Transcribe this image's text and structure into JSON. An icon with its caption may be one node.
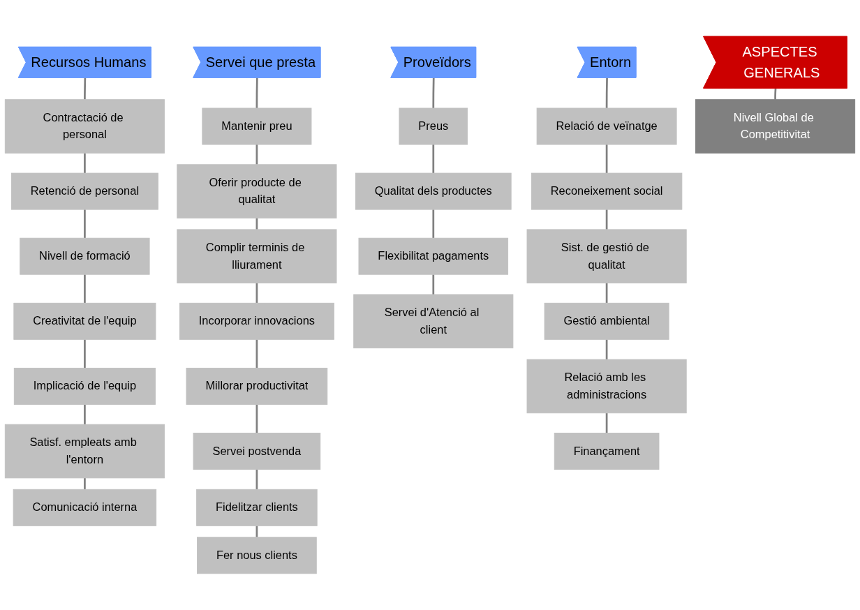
{
  "diagram": {
    "nodes": [
      {
        "text": [
          "Recursos Humans"
        ]
      },
      {
        "text": [
          "Contractació de personal"
        ]
      },
      {
        "text": [
          "Retenció de personal"
        ]
      },
      {
        "text": [
          "Nivell de formació"
        ]
      },
      {
        "text": [
          "Creativitat de l'equip"
        ]
      },
      {
        "text": [
          "Implicació de l'equip"
        ]
      },
      {
        "text": [
          "Satisf. empleats amb l'entorn"
        ]
      },
      {
        "text": [
          "Comunicació interna"
        ]
      },
      {
        "text": [
          "Servei que presta"
        ]
      },
      {
        "text": [
          "Mantenir preu"
        ]
      },
      {
        "text": [
          "Oferir producte de qualitat"
        ]
      },
      {
        "text": [
          "Complir terminis de lliurament"
        ]
      },
      {
        "text": [
          "Incorporar innovacions"
        ]
      },
      {
        "text": [
          "Millorar productivitat"
        ]
      },
      {
        "text": [
          "Servei postvenda"
        ]
      },
      {
        "text": [
          "Fidelitzar clients"
        ]
      },
      {
        "text": [
          "Fer nous clients"
        ]
      },
      {
        "text": [
          "Proveïdors"
        ]
      },
      {
        "text": [
          "Preus"
        ]
      },
      {
        "text": [
          "Qualitat dels productes"
        ]
      },
      {
        "text": [
          "Flexibilitat pagaments"
        ]
      },
      {
        "text": [
          "Servei d'Atenció al client"
        ]
      },
      {
        "text": [
          "Entorn"
        ]
      },
      {
        "text": [
          "Relació de veïnatge"
        ]
      },
      {
        "text": [
          "Reconeixement social"
        ]
      },
      {
        "text": [
          "Sist. de gestió de qualitat"
        ]
      },
      {
        "text": [
          "Gestió ambiental"
        ]
      },
      {
        "text": [
          "Relació amb les administracions"
        ]
      },
      {
        "text": [
          "Finançament"
        ]
      },
      {
        "text": [
          "ASPECTES GENERALS"
        ]
      },
      {
        "text": [
          "Nivell Global de Competitivitat"
        ]
      }
    ],
    "edges": [
      {
        "from": 0,
        "to": 1,
        "arrow": "none"
      },
      {
        "from": 1,
        "to": 2,
        "arrow": "none"
      },
      {
        "from": 2,
        "to": 3,
        "arrow": "none"
      },
      {
        "from": 3,
        "to": 4,
        "arrow": "none"
      },
      {
        "from": 4,
        "to": 5,
        "arrow": "none"
      },
      {
        "from": 5,
        "to": 6,
        "arrow": "none"
      },
      {
        "from": 6,
        "to": 7,
        "arrow": "none"
      },
      {
        "from": 8,
        "to": 9,
        "arrow": "none"
      },
      {
        "from": 9,
        "to": 10,
        "arrow": "none"
      },
      {
        "from": 10,
        "to": 11,
        "arrow": "none"
      },
      {
        "from": 11,
        "to": 12,
        "arrow": "none"
      },
      {
        "from": 12,
        "to": 13,
        "arrow": "none"
      },
      {
        "from": 13,
        "to": 14,
        "arrow": "none"
      },
      {
        "from": 14,
        "to": 15,
        "arrow": "none"
      },
      {
        "from": 15,
        "to": 16,
        "arrow": "none"
      },
      {
        "from": 17,
        "to": 18,
        "arrow": "none"
      },
      {
        "from": 18,
        "to": 19,
        "arrow": "none"
      },
      {
        "from": 19,
        "to": 20,
        "arrow": "none"
      },
      {
        "from": 20,
        "to": 21,
        "arrow": "none"
      },
      {
        "from": 22,
        "to": 23,
        "arrow": "none"
      },
      {
        "from": 23,
        "to": 24,
        "arrow": "none"
      },
      {
        "from": 24,
        "to": 25,
        "arrow": "none"
      },
      {
        "from": 25,
        "to": 26,
        "arrow": "none"
      },
      {
        "from": 26,
        "to": 27,
        "arrow": "none"
      },
      {
        "from": 27,
        "to": 28,
        "arrow": "none"
      },
      {
        "from": 29,
        "to": 30,
        "arrow": "none"
      }
    ]
  }
}
